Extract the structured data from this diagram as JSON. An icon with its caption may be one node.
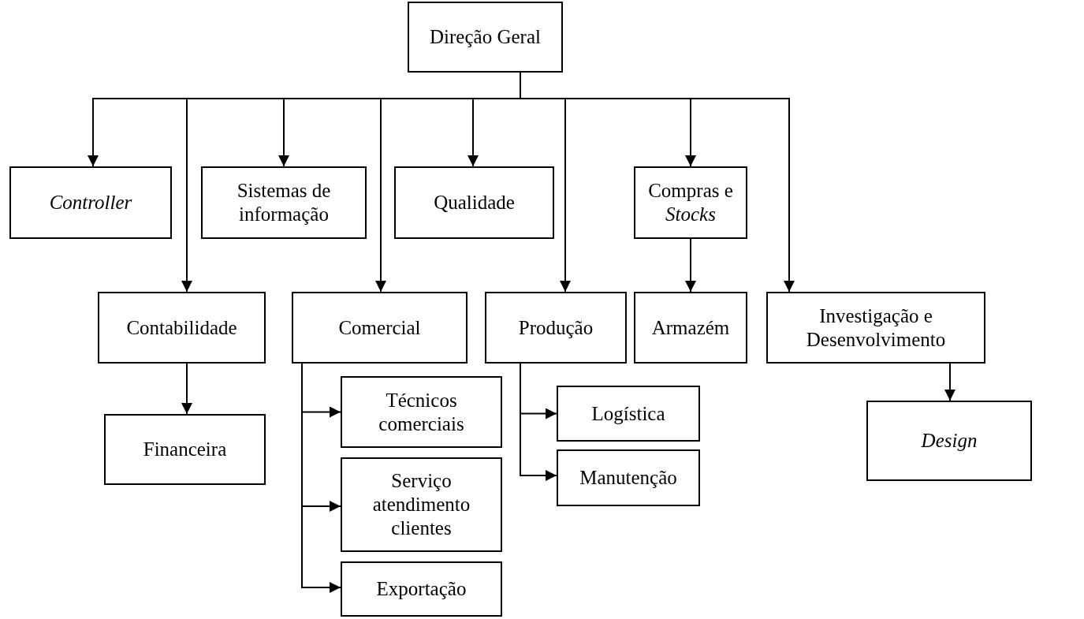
{
  "diagram": {
    "nodes": [
      {
        "text": [
          "Direção Geral"
        ]
      },
      {
        "text": [
          "Controller"
        ]
      },
      {
        "text": [
          "Sistemas de informação"
        ]
      },
      {
        "text": [
          "Qualidade"
        ]
      },
      {
        "text": [
          "Compras e *Stocks*"
        ]
      },
      {
        "text": [
          "Contabilidade"
        ]
      },
      {
        "text": [
          "Comercial"
        ]
      },
      {
        "text": [
          "Produção"
        ]
      },
      {
        "text": [
          "Armazém"
        ]
      },
      {
        "text": [
          "Investigação e Desenvolvimento"
        ]
      },
      {
        "text": [
          "Técnicos comerciais"
        ]
      },
      {
        "text": [
          "Logística"
        ]
      },
      {
        "text": [
          "Financeira"
        ]
      },
      {
        "text": [
          "Manutenção"
        ]
      },
      {
        "text": [
          "Design"
        ]
      },
      {
        "text": [
          "Serviço atendimento clientes"
        ]
      },
      {
        "text": [
          "Exportação"
        ]
      }
    ],
    "edges": [
      {
        "from": 0,
        "to": 1,
        "arrow": "to"
      },
      {
        "from": 0,
        "to": 5,
        "arrow": "to"
      },
      {
        "from": 0,
        "to": 2,
        "arrow": "to"
      },
      {
        "from": 0,
        "to": 6,
        "arrow": "to"
      },
      {
        "from": 0,
        "to": 3,
        "arrow": "to"
      },
      {
        "from": 0,
        "to": 7,
        "arrow": "to"
      },
      {
        "from": 0,
        "to": 4,
        "arrow": "to"
      },
      {
        "from": 0,
        "to": 9,
        "arrow": "to"
      },
      {
        "from": 4,
        "to": 8,
        "arrow": "to"
      },
      {
        "from": 5,
        "to": 12,
        "arrow": "to"
      },
      {
        "from": 6,
        "to": 10,
        "arrow": "to"
      },
      {
        "from": 6,
        "to": 15,
        "arrow": "to"
      },
      {
        "from": 6,
        "to": 16,
        "arrow": "to"
      },
      {
        "from": 7,
        "to": 11,
        "arrow": "to"
      },
      {
        "from": 7,
        "to": 13,
        "arrow": "to"
      },
      {
        "from": 9,
        "to": 14,
        "arrow": "to"
      }
    ]
  }
}
